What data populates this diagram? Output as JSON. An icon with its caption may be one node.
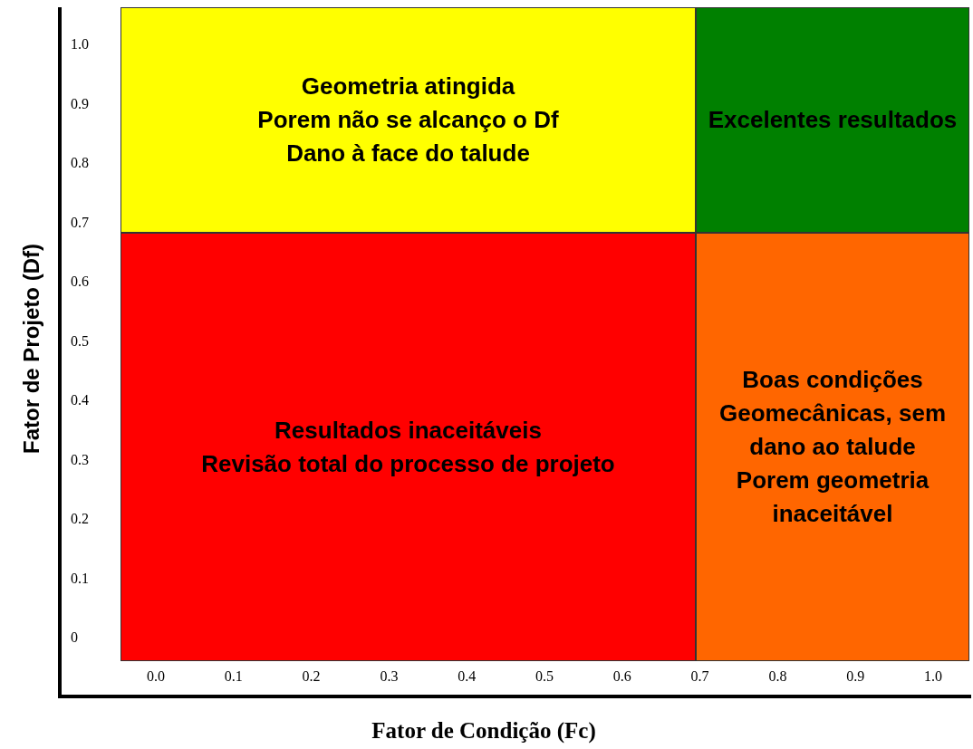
{
  "diagram": {
    "nodes": [
      {
        "text": [
          "Geometria atingida",
          "Porem não se alcanço o Df",
          "Dano à face do talude"
        ]
      },
      {
        "text": [
          "Excelentes resultados"
        ]
      },
      {
        "text": [
          "Resultados inaceitáveis",
          "Revisão total do processo de projeto"
        ]
      },
      {
        "text": [
          "Boas condições Geomecânicas, sem dano ao talude",
          "Porem geometria inaceitável"
        ]
      }
    ],
    "labels": [
      "Fator de Projeto (Df)",
      "1.0",
      "0.9",
      "0.8",
      "0.7",
      "0.6",
      "0.5",
      "0.4",
      "0.3",
      "0.2",
      "0.1",
      "0",
      "0.0",
      "0.1",
      "0.2",
      "0.3",
      "0.4",
      "0.5",
      "0.6",
      "0.7",
      "0.8",
      "0.9",
      "1.0",
      "Fator de Condição (Fc)"
    ]
  }
}
